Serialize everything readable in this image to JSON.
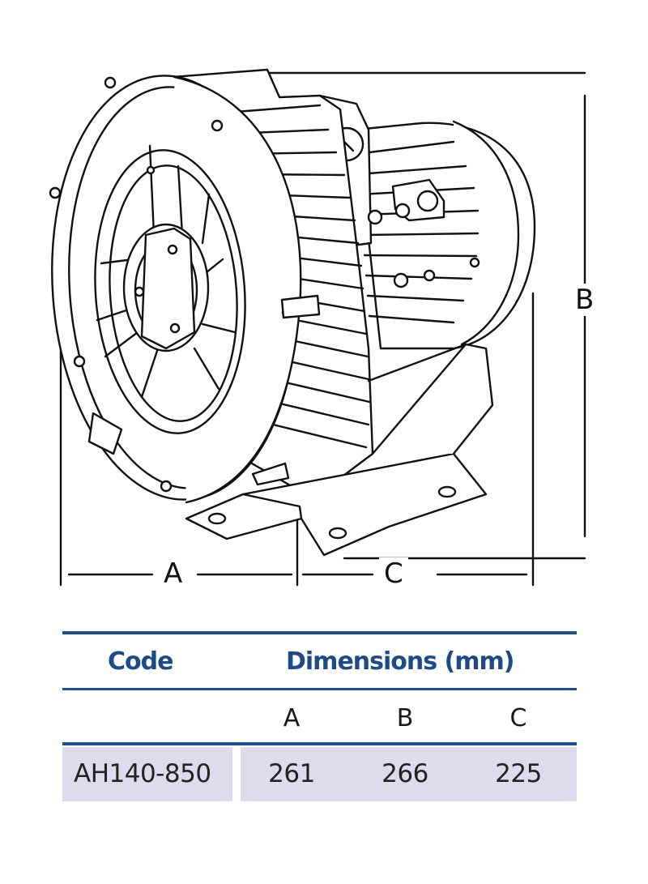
{
  "drawing": {
    "labels": {
      "a": "A",
      "b": "B",
      "c": "C"
    }
  },
  "table": {
    "header_code": "Code",
    "header_dimensions": "Dimensions (mm)",
    "columns": [
      "A",
      "B",
      "C"
    ],
    "rows": [
      {
        "code": "AH140-850",
        "values": [
          "261",
          "266",
          "225"
        ]
      }
    ]
  },
  "colors": {
    "rule": "#1f4e8c",
    "header_text": "#1f4a86",
    "row_fill": "#dcdcee",
    "line_art": "#111111"
  }
}
